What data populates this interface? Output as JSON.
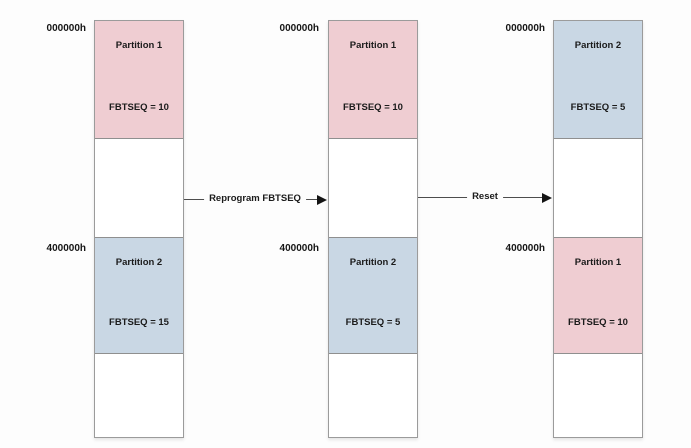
{
  "figure": {
    "description": "Dual-partition flash memory map diagram showing FBTSEQ reprogramming and reset swap"
  },
  "colors": {
    "partition1_fill": "#efcdd2",
    "partition2_fill": "#c9d7e4",
    "box_border": "#9b9b9b",
    "arrow_line": "#4d4d4d",
    "background": "#fdfdfd"
  },
  "columns": [
    {
      "address_top": "000000h",
      "address_mid": "400000h",
      "top_block": {
        "title": "Partition 1",
        "fbtseq": "FBTSEQ = 10"
      },
      "mid_block": {
        "title": "Partition 2",
        "fbtseq": "FBTSEQ = 15"
      }
    },
    {
      "address_top": "000000h",
      "address_mid": "400000h",
      "top_block": {
        "title": "Partition 1",
        "fbtseq": "FBTSEQ = 10"
      },
      "mid_block": {
        "title": "Partition 2",
        "fbtseq": "FBTSEQ = 5"
      }
    },
    {
      "address_top": "000000h",
      "address_mid": "400000h",
      "top_block": {
        "title": "Partition 2",
        "fbtseq": "FBTSEQ = 5"
      },
      "mid_block": {
        "title": "Partition 1",
        "fbtseq": "FBTSEQ = 10"
      }
    }
  ],
  "arrows": [
    {
      "label": "Reprogram FBTSEQ"
    },
    {
      "label": "Reset"
    }
  ]
}
